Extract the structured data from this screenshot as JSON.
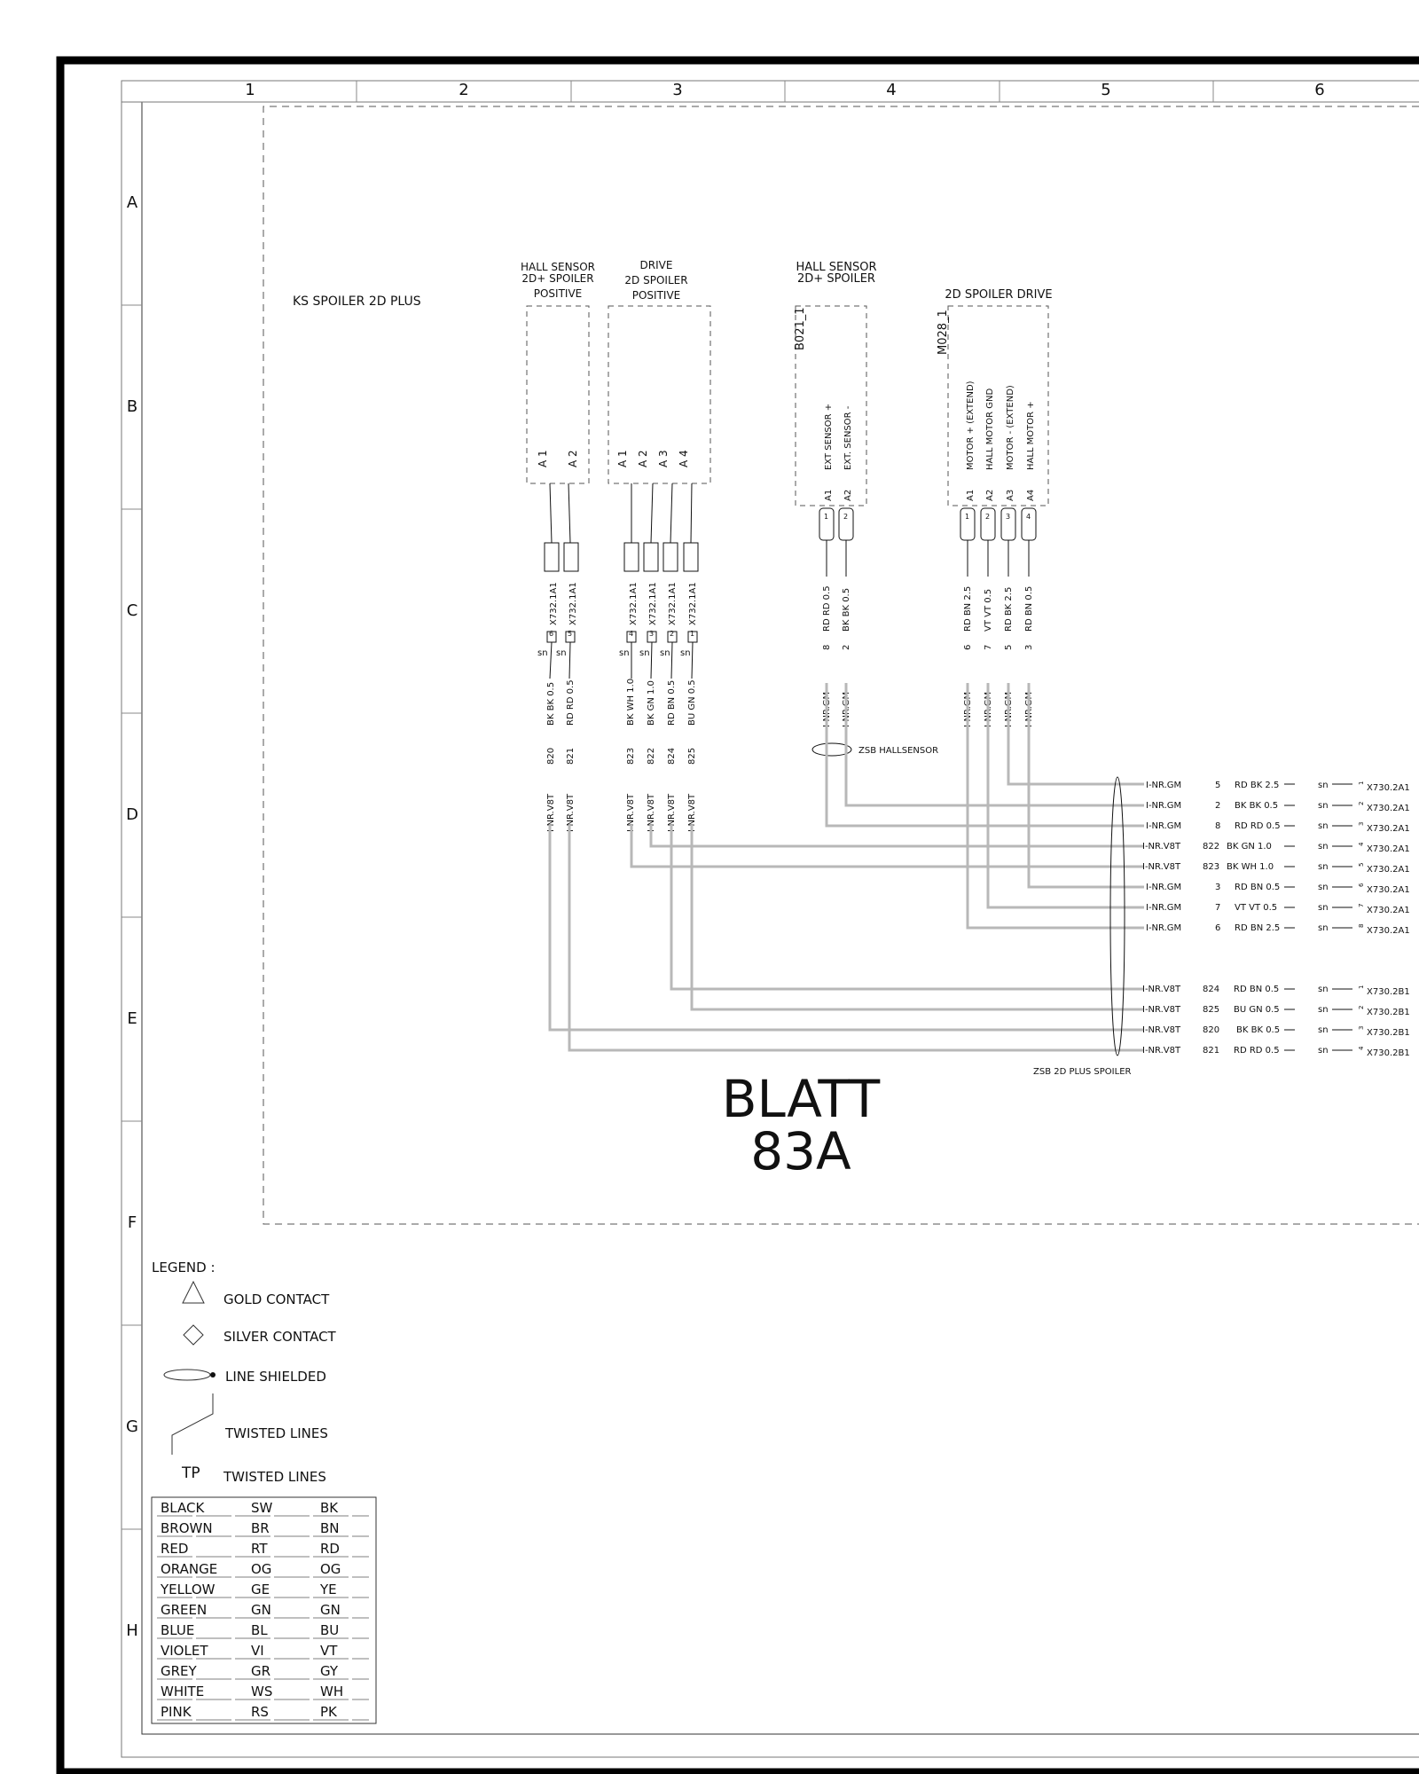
{
  "columns": [
    "1",
    "2",
    "3",
    "4",
    "5",
    "6"
  ],
  "rows": [
    "A",
    "B",
    "C",
    "D",
    "E",
    "F",
    "G",
    "H"
  ],
  "frame_title": "KS SPOILER 2D PLUS",
  "sheet_label": [
    "BLATT",
    "83A"
  ],
  "components": {
    "hall_sensor_positive": {
      "title": [
        "HALL SENSOR",
        "2D+ SPOILER",
        "POSITIVE"
      ],
      "pins": [
        "A 1",
        "A 2"
      ],
      "connectors": [
        "X732.1A1",
        "X732.1A1"
      ],
      "positions": [
        "6",
        "5"
      ],
      "sn": [
        "sn",
        "sn"
      ],
      "wires": [
        "BK BK 0.5",
        "RD RD 0.5"
      ],
      "wire_ids": [
        "820",
        "821"
      ],
      "cable": [
        "I-NR.V8T",
        "I-NR.V8T"
      ]
    },
    "drive_positive": {
      "title": [
        "DRIVE",
        "2D SPOILER",
        "POSITIVE"
      ],
      "pins": [
        "A 1",
        "A 2",
        "A 3",
        "A 4"
      ],
      "connectors": [
        "X732.1A1",
        "X732.1A1",
        "X732.1A1",
        "X732.1A1"
      ],
      "positions": [
        "4",
        "3",
        "2",
        "1"
      ],
      "sn": [
        "sn",
        "sn",
        "sn",
        "sn"
      ],
      "wires": [
        "BK WH 1.0",
        "BK GN 1.0",
        "RD BN 0.5",
        "BU GN 0.5"
      ],
      "wire_ids": [
        "823",
        "822",
        "824",
        "825"
      ],
      "cable": [
        "I-NR.V8T",
        "I-NR.V8T",
        "I-NR.V8T",
        "I-NR.V8T"
      ]
    },
    "hall_sensor": {
      "title": [
        "HALL SENSOR",
        "2D+ SPOILER"
      ],
      "ref": "B021_1",
      "signals": [
        "EXT SENSOR +",
        "EXT. SENSOR -"
      ],
      "pins": [
        "A1",
        "A2"
      ],
      "terms": [
        "1",
        "2"
      ],
      "wires": [
        "RD RD 0.5",
        "BK BK 0.5"
      ],
      "wire_ids": [
        "8",
        "2"
      ],
      "cable": [
        "I-NR.GM",
        "I-NR.GM"
      ],
      "shield_label": "ZSB HALLSENSOR"
    },
    "spoiler_drive": {
      "title": "2D SPOILER DRIVE",
      "ref": "M028_1",
      "signals": [
        "MOTOR + (EXTEND)",
        "HALL MOTOR GND",
        "MOTOR - (EXTEND)",
        "HALL MOTOR +"
      ],
      "pins": [
        "A1",
        "A2",
        "A3",
        "A4"
      ],
      "terms": [
        "1",
        "2",
        "3",
        "4"
      ],
      "wires": [
        "RD BN 2.5",
        "VT VT 0.5",
        "RD BK 2.5",
        "RD BN 0.5"
      ],
      "wire_ids": [
        "6",
        "7",
        "5",
        "3"
      ],
      "cable": [
        "I-NR.GM",
        "I-NR.GM",
        "I-NR.GM",
        "I-NR.GM"
      ]
    }
  },
  "harness_a": [
    {
      "cable": "I-NR.GM",
      "id": "5",
      "wire": "RD BK 2.5",
      "sn": "sn",
      "pin": "1",
      "conn": "X730.2A1"
    },
    {
      "cable": "I-NR.GM",
      "id": "2",
      "wire": "BK BK 0.5",
      "sn": "sn",
      "pin": "2",
      "conn": "X730.2A1"
    },
    {
      "cable": "I-NR.GM",
      "id": "8",
      "wire": "RD RD 0.5",
      "sn": "sn",
      "pin": "3",
      "conn": "X730.2A1"
    },
    {
      "cable": "I-NR.V8T",
      "id": "822",
      "wire": "BK GN 1.0",
      "sn": "sn",
      "pin": "4",
      "conn": "X730.2A1"
    },
    {
      "cable": "I-NR.V8T",
      "id": "823",
      "wire": "BK WH 1.0",
      "sn": "sn",
      "pin": "5",
      "conn": "X730.2A1"
    },
    {
      "cable": "I-NR.GM",
      "id": "3",
      "wire": "RD BN 0.5",
      "sn": "sn",
      "pin": "6",
      "conn": "X730.2A1"
    },
    {
      "cable": "I-NR.GM",
      "id": "7",
      "wire": "VT VT 0.5",
      "sn": "sn",
      "pin": "7",
      "conn": "X730.2A1"
    },
    {
      "cable": "I-NR.GM",
      "id": "6",
      "wire": "RD BN 2.5",
      "sn": "sn",
      "pin": "8",
      "conn": "X730.2A1"
    }
  ],
  "harness_b": [
    {
      "cable": "I-NR.V8T",
      "id": "824",
      "wire": "RD BN 0.5",
      "sn": "sn",
      "pin": "1",
      "conn": "X730.2B1"
    },
    {
      "cable": "I-NR.V8T",
      "id": "825",
      "wire": "BU GN 0.5",
      "sn": "sn",
      "pin": "2",
      "conn": "X730.2B1"
    },
    {
      "cable": "I-NR.V8T",
      "id": "820",
      "wire": "BK BK 0.5",
      "sn": "sn",
      "pin": "3",
      "conn": "X730.2B1"
    },
    {
      "cable": "I-NR.V8T",
      "id": "821",
      "wire": "RD RD 0.5",
      "sn": "sn",
      "pin": "4",
      "conn": "X730.2B1"
    }
  ],
  "harness_shield_label": "ZSB 2D PLUS SPOILER",
  "legend": {
    "title": "LEGEND :",
    "items": [
      "GOLD CONTACT",
      "SILVER CONTACT",
      "LINE SHIELDED",
      "TWISTED LINES",
      "TWISTED LINES"
    ],
    "tp": "TP",
    "colors": [
      [
        "BLACK",
        "SW",
        "BK"
      ],
      [
        "BROWN",
        "BR",
        "BN"
      ],
      [
        "RED",
        "RT",
        "RD"
      ],
      [
        "ORANGE",
        "OG",
        "OG"
      ],
      [
        "YELLOW",
        "GE",
        "YE"
      ],
      [
        "GREEN",
        "GN",
        "GN"
      ],
      [
        "BLUE",
        "BL",
        "BU"
      ],
      [
        "VIOLET",
        "VI",
        "VT"
      ],
      [
        "GREY",
        "GR",
        "GY"
      ],
      [
        "WHITE",
        "WS",
        "WH"
      ],
      [
        "PINK",
        "RS",
        "PK"
      ]
    ]
  },
  "style": {
    "border": "#000000",
    "line": "#111111",
    "wire": "#b8b8b8",
    "dash": "#555555"
  }
}
